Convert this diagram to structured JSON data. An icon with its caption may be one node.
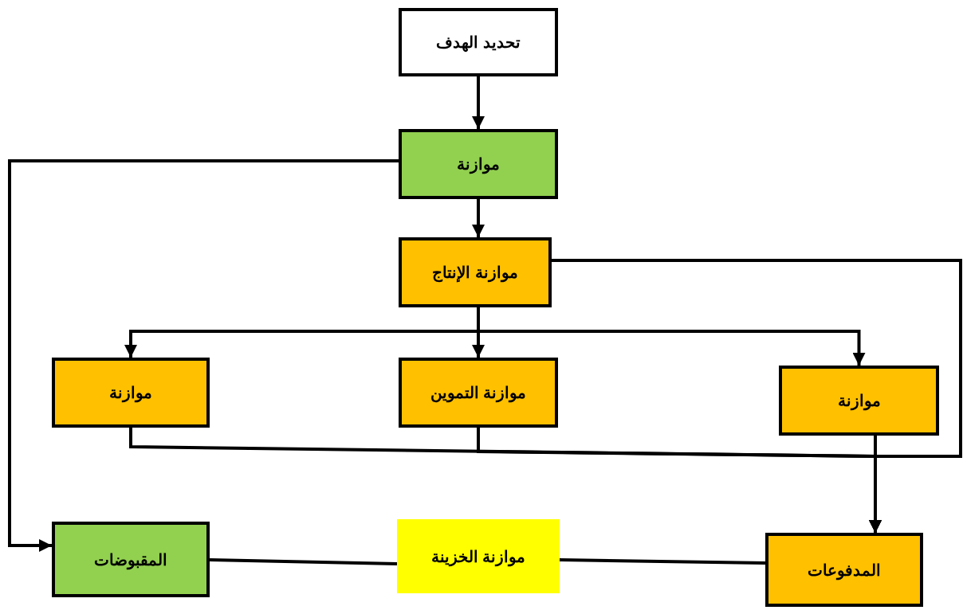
{
  "diagram": {
    "nodes": [
      {
        "text": [
          "تحديد الهدف"
        ]
      },
      {
        "text": [
          "موازنة"
        ]
      },
      {
        "text": [
          "موازنة الإنتاج"
        ]
      },
      {
        "text": [
          "موازنة"
        ]
      },
      {
        "text": [
          "موازنة التموين"
        ]
      },
      {
        "text": [
          "موازنة"
        ]
      },
      {
        "text": [
          "المقبوضات"
        ]
      },
      {
        "text": [
          "موازنة الخزينة"
        ]
      },
      {
        "text": [
          "المدفوعات"
        ]
      }
    ],
    "edges": [
      {
        "from": 0,
        "to": 1,
        "arrow": "to"
      },
      {
        "from": 1,
        "to": 2,
        "arrow": "to"
      },
      {
        "from": 2,
        "to": 3,
        "arrow": "to"
      },
      {
        "from": 2,
        "to": 4,
        "arrow": "to"
      },
      {
        "from": 2,
        "to": 5,
        "arrow": "to"
      },
      {
        "from": 1,
        "to": 6,
        "arrow": "to"
      },
      {
        "from": 2,
        "to": 8,
        "arrow": "to"
      },
      {
        "from": 3,
        "to": 8,
        "arrow": "to"
      },
      {
        "from": 4,
        "to": 8,
        "arrow": "to"
      },
      {
        "from": 5,
        "to": 8,
        "arrow": "to"
      },
      {
        "from": 6,
        "to": 7,
        "arrow": "none"
      },
      {
        "from": 7,
        "to": 8,
        "arrow": "none"
      }
    ]
  }
}
